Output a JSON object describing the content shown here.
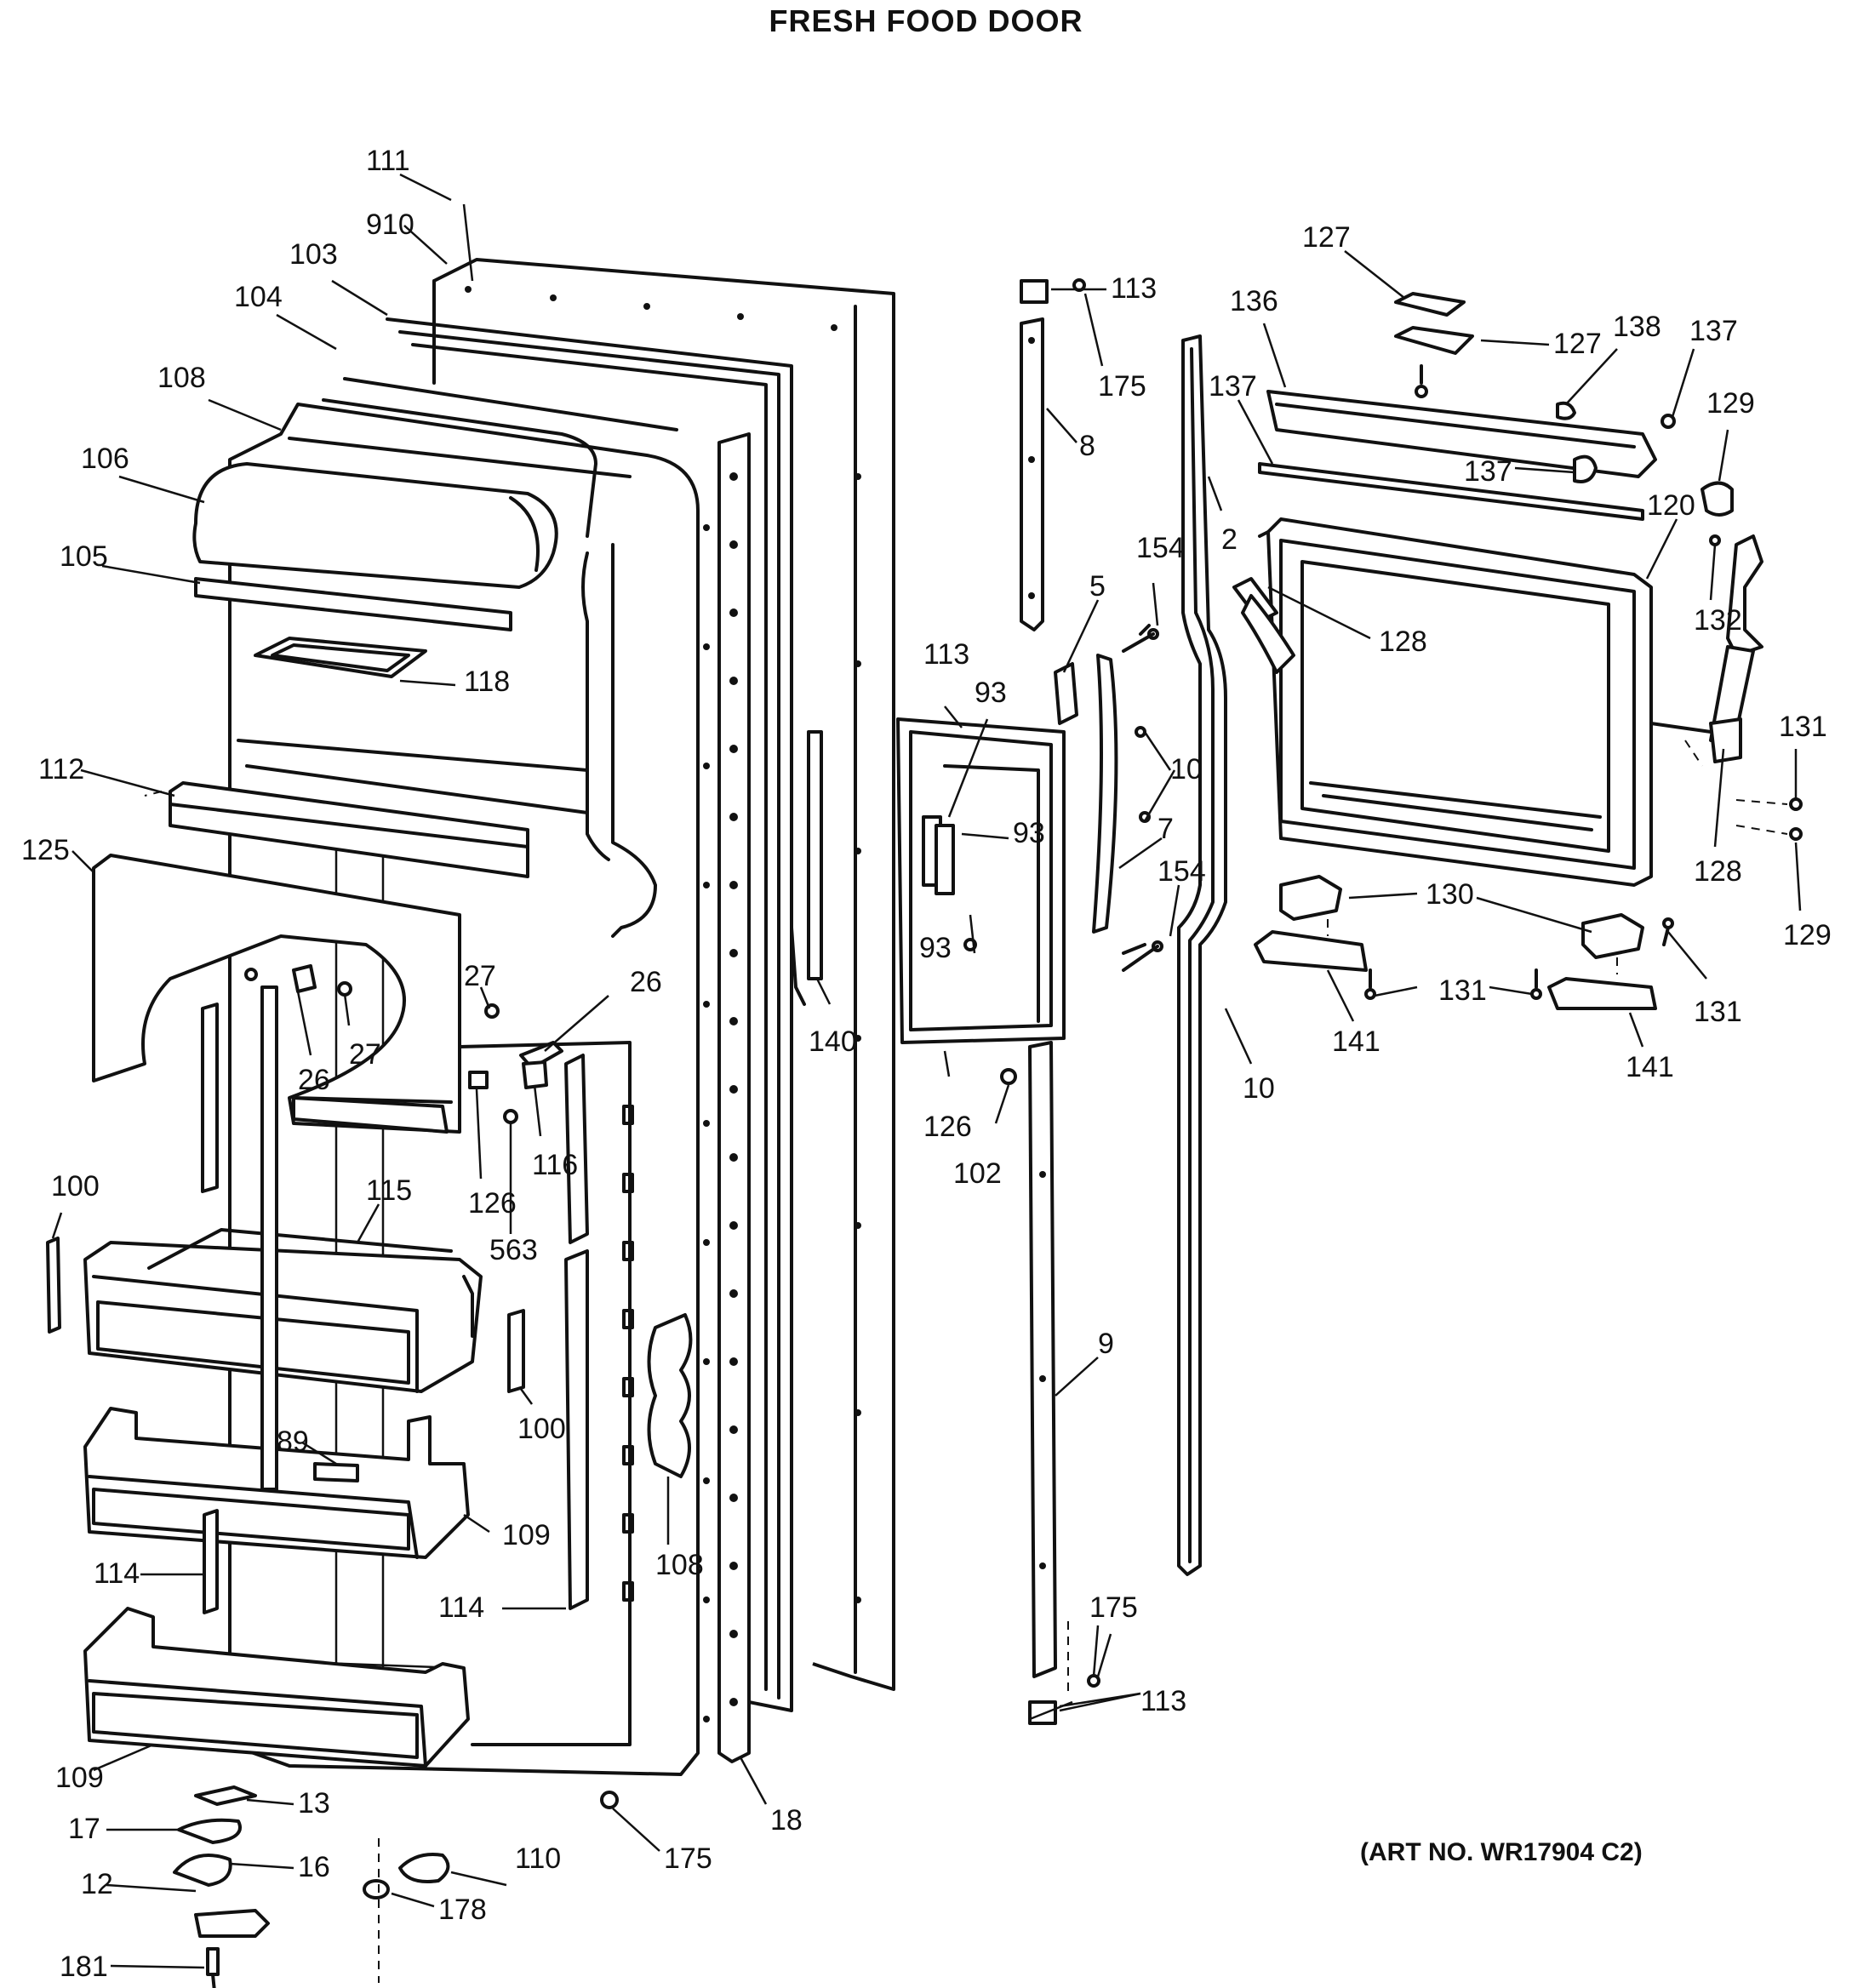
{
  "title": "FRESH FOOD DOOR",
  "art_number": "(ART NO. WR17904 C2)",
  "callouts": {
    "c111": "111",
    "c910": "910",
    "c103": "103",
    "c104": "104",
    "c108a": "108",
    "c106": "106",
    "c105": "105",
    "c118": "118",
    "c112": "112",
    "c125": "125",
    "c27a": "27",
    "c27b": "27",
    "c26a": "26",
    "c26b": "26",
    "c126a": "126",
    "c116": "116",
    "c563": "563",
    "c100a": "100",
    "c115": "115",
    "c100b": "100",
    "c89": "89",
    "c109a": "109",
    "c114a": "114",
    "c114b": "114",
    "c108b": "108",
    "c109b": "109",
    "c13": "13",
    "c17": "17",
    "c16": "16",
    "c12": "12",
    "c181": "181",
    "c110": "110",
    "c178": "178",
    "c175a": "175",
    "c18": "18",
    "c113a": "113",
    "c175b": "175",
    "c8": "8",
    "c113b": "113",
    "c93a": "93",
    "c93b": "93",
    "c93c": "93",
    "c140": "140",
    "c126b": "126",
    "c102": "102",
    "c5": "5",
    "c154a": "154",
    "c10a": "10",
    "c7": "7",
    "c154b": "154",
    "c9": "9",
    "c175c": "175",
    "c113c": "113",
    "c2": "2",
    "c10b": "10",
    "c127a": "127",
    "c127b": "127",
    "c136": "136",
    "c138": "138",
    "c137a": "137",
    "c137b": "137",
    "c137c": "137",
    "c129a": "129",
    "c120": "120",
    "c132": "132",
    "c128a": "128",
    "c131a": "131",
    "c128b": "128",
    "c129b": "129",
    "c130": "130",
    "c131b": "131",
    "c131c": "131",
    "c141a": "141",
    "c141b": "141"
  }
}
